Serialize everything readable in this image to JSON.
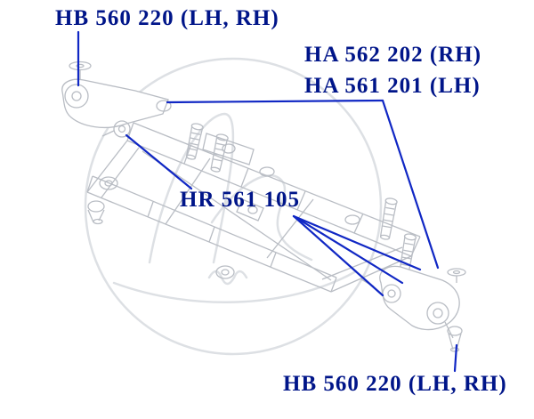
{
  "labels": [
    {
      "id": "top",
      "text": "HB 560 220 (LH, RH)"
    },
    {
      "id": "rh",
      "text": "HA 562 202 (RH)"
    },
    {
      "id": "lh",
      "text": "HA 561 201 (LH)"
    },
    {
      "id": "mid",
      "text": "HR 561 105"
    },
    {
      "id": "bottom",
      "text": "HB 560 220 (LH, RH)"
    }
  ],
  "colors": {
    "label_text": "#001589",
    "leader_line": "#1027c4",
    "line_art": "#b9bdc4",
    "watermark": "#dde0e4",
    "background": "#ffffff"
  }
}
